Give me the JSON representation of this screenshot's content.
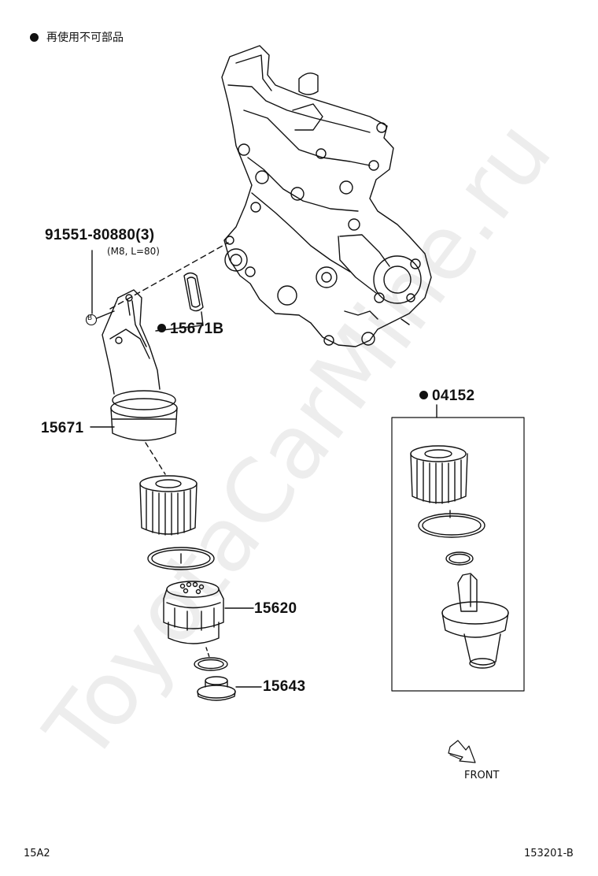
{
  "legend": {
    "text": "再使用不可部品"
  },
  "parts": {
    "bolt": {
      "number": "91551-80880(3)",
      "spec": "(M8, L=80)",
      "ref_mark": "B"
    },
    "gasket": {
      "number": "15671B"
    },
    "housing": {
      "number": "15671"
    },
    "cap": {
      "number": "15620"
    },
    "plug": {
      "number": "15643"
    },
    "element_kit": {
      "number": "04152"
    }
  },
  "front_label": "FRONT",
  "footer": {
    "left_code": "15A2",
    "right_code": "153201-B"
  },
  "watermark": "ToyotaCarMine.ru",
  "colors": {
    "ink": "#111111",
    "watermark": "#000000"
  }
}
